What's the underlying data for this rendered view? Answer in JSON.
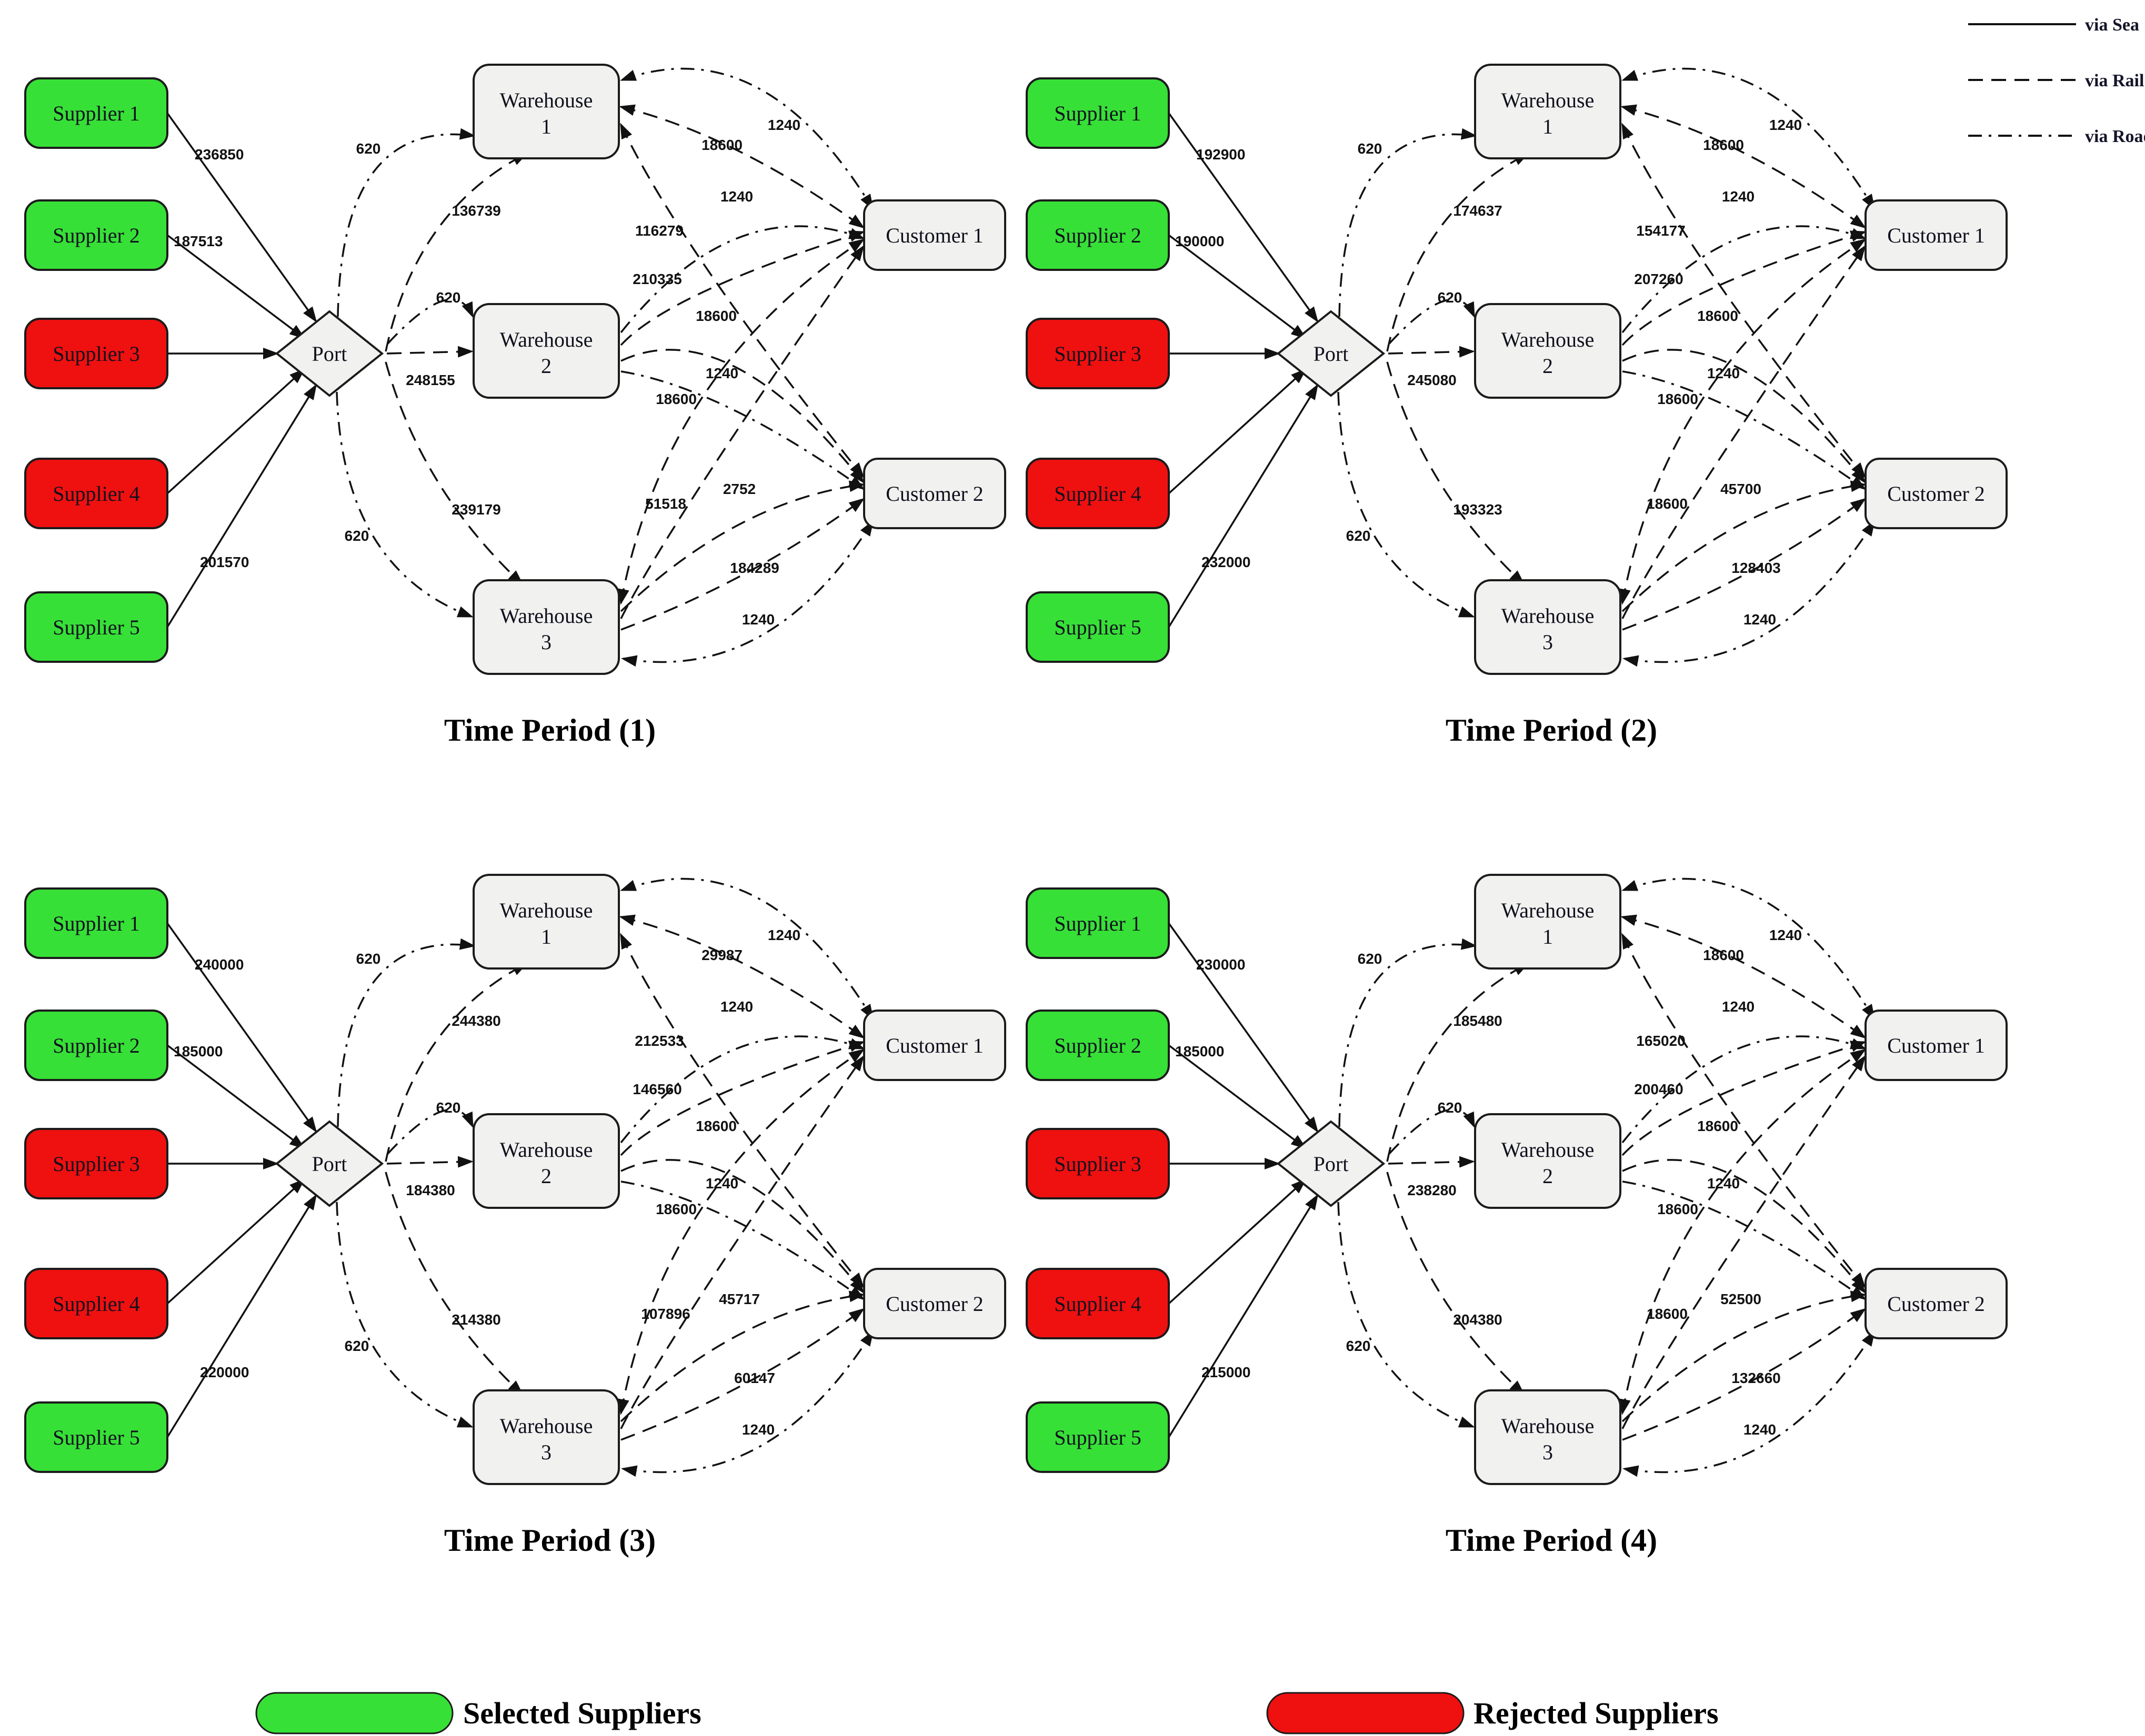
{
  "colors": {
    "selected": "#37e037",
    "rejected": "#ef1010",
    "node_fill": "#f1f1ef",
    "node_stroke": "#1b1b1b",
    "edge": "#111111"
  },
  "legend": {
    "items": [
      {
        "name": "via Sea",
        "style": "sea"
      },
      {
        "name": "via Rail",
        "style": "rail"
      },
      {
        "name": "via Road",
        "style": "road"
      }
    ]
  },
  "footer": {
    "selected_label": "Selected Suppliers",
    "rejected_label": "Rejected Suppliers"
  },
  "node_labels": {
    "suppliers": [
      "Supplier 1",
      "Supplier 2",
      "Supplier 3",
      "Supplier 4",
      "Supplier 5"
    ],
    "port": "Port",
    "warehouses": [
      [
        "Warehouse",
        "1"
      ],
      [
        "Warehouse",
        "2"
      ],
      [
        "Warehouse",
        "3"
      ]
    ],
    "customers": [
      "Customer 1",
      "Customer 2"
    ]
  },
  "panels": [
    {
      "title": "Time Period (1)",
      "supplier_status": [
        "selected",
        "selected",
        "rejected",
        "rejected",
        "selected"
      ],
      "supplier_flows": {
        "s1": "236850",
        "s2": "187513",
        "s5": "201570"
      },
      "port_flows": {
        "w1_road": "620",
        "w1_rail": "136739",
        "w2_road": "620",
        "w2_rail": "248155",
        "w3_rail": "239179",
        "w3_road": "620"
      },
      "wc_flows": [
        "1240",
        "18600",
        "1240",
        "116279",
        "210335",
        "18600",
        "1240",
        "18600",
        "51518",
        "2752",
        "184289",
        "1240"
      ]
    },
    {
      "title": "Time Period (2)",
      "supplier_status": [
        "selected",
        "selected",
        "rejected",
        "rejected",
        "selected"
      ],
      "supplier_flows": {
        "s1": "192900",
        "s2": "190000",
        "s5": "232000"
      },
      "port_flows": {
        "w1_road": "620",
        "w1_rail": "174637",
        "w2_road": "620",
        "w2_rail": "245080",
        "w3_rail": "193323",
        "w3_road": "620"
      },
      "wc_flows": [
        "1240",
        "18600",
        "1240",
        "154177",
        "207260",
        "18600",
        "1240",
        "18600",
        "18600",
        "45700",
        "128403",
        "1240"
      ]
    },
    {
      "title": "Time Period (3)",
      "supplier_status": [
        "selected",
        "selected",
        "rejected",
        "rejected",
        "selected"
      ],
      "supplier_flows": {
        "s1": "240000",
        "s2": "185000",
        "s5": "220000"
      },
      "port_flows": {
        "w1_road": "620",
        "w1_rail": "244380",
        "w2_road": "620",
        "w2_rail": "184380",
        "w3_rail": "214380",
        "w3_road": "620"
      },
      "wc_flows": [
        "1240",
        "29987",
        "1240",
        "212533",
        "146560",
        "18600",
        "1240",
        "18600",
        "107896",
        "45717",
        "60147",
        "1240"
      ]
    },
    {
      "title": "Time Period (4)",
      "supplier_status": [
        "selected",
        "selected",
        "rejected",
        "rejected",
        "selected"
      ],
      "supplier_flows": {
        "s1": "230000",
        "s2": "185000",
        "s5": "215000"
      },
      "port_flows": {
        "w1_road": "620",
        "w1_rail": "185480",
        "w2_road": "620",
        "w2_rail": "238280",
        "w3_rail": "204380",
        "w3_road": "620"
      },
      "wc_flows": [
        "1240",
        "18600",
        "1240",
        "165020",
        "200460",
        "18600",
        "1240",
        "18600",
        "18600",
        "52500",
        "132660",
        "1240"
      ]
    }
  ]
}
